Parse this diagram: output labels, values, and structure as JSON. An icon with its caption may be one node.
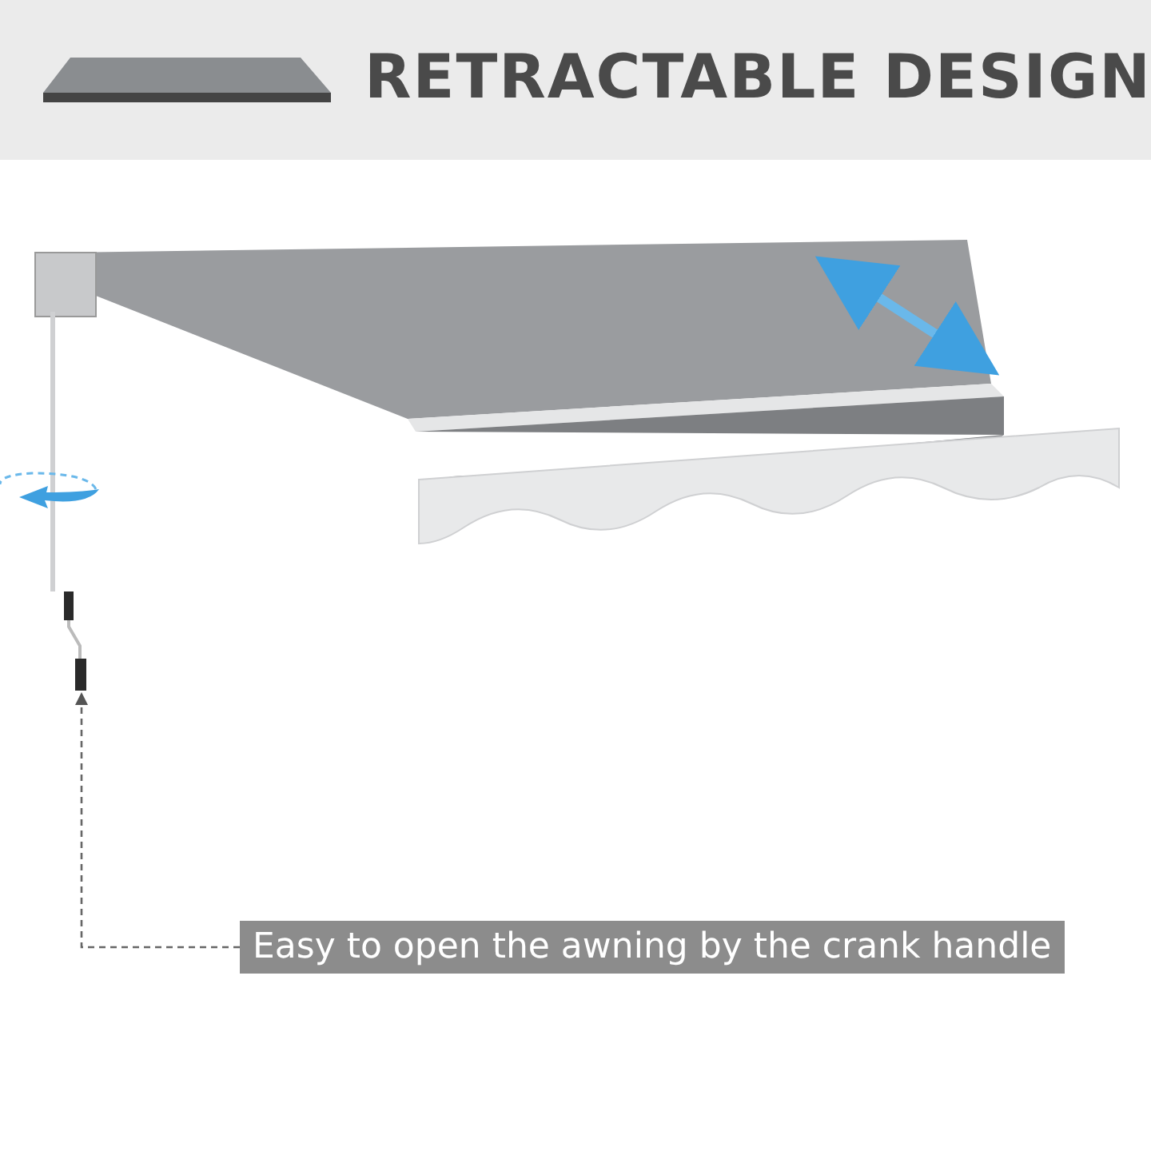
{
  "diagram": {
    "title": "RETRACTABLE DESIGN",
    "nodes": [
      {
        "text": [
          "Easy to open the awning by the crank handle"
        ]
      },
      {
        "text": [],
        "shape": "picture"
      }
    ],
    "edges": [
      {
        "from": 0,
        "to": 1,
        "arrow": "to",
        "style": "dashed"
      }
    ]
  }
}
